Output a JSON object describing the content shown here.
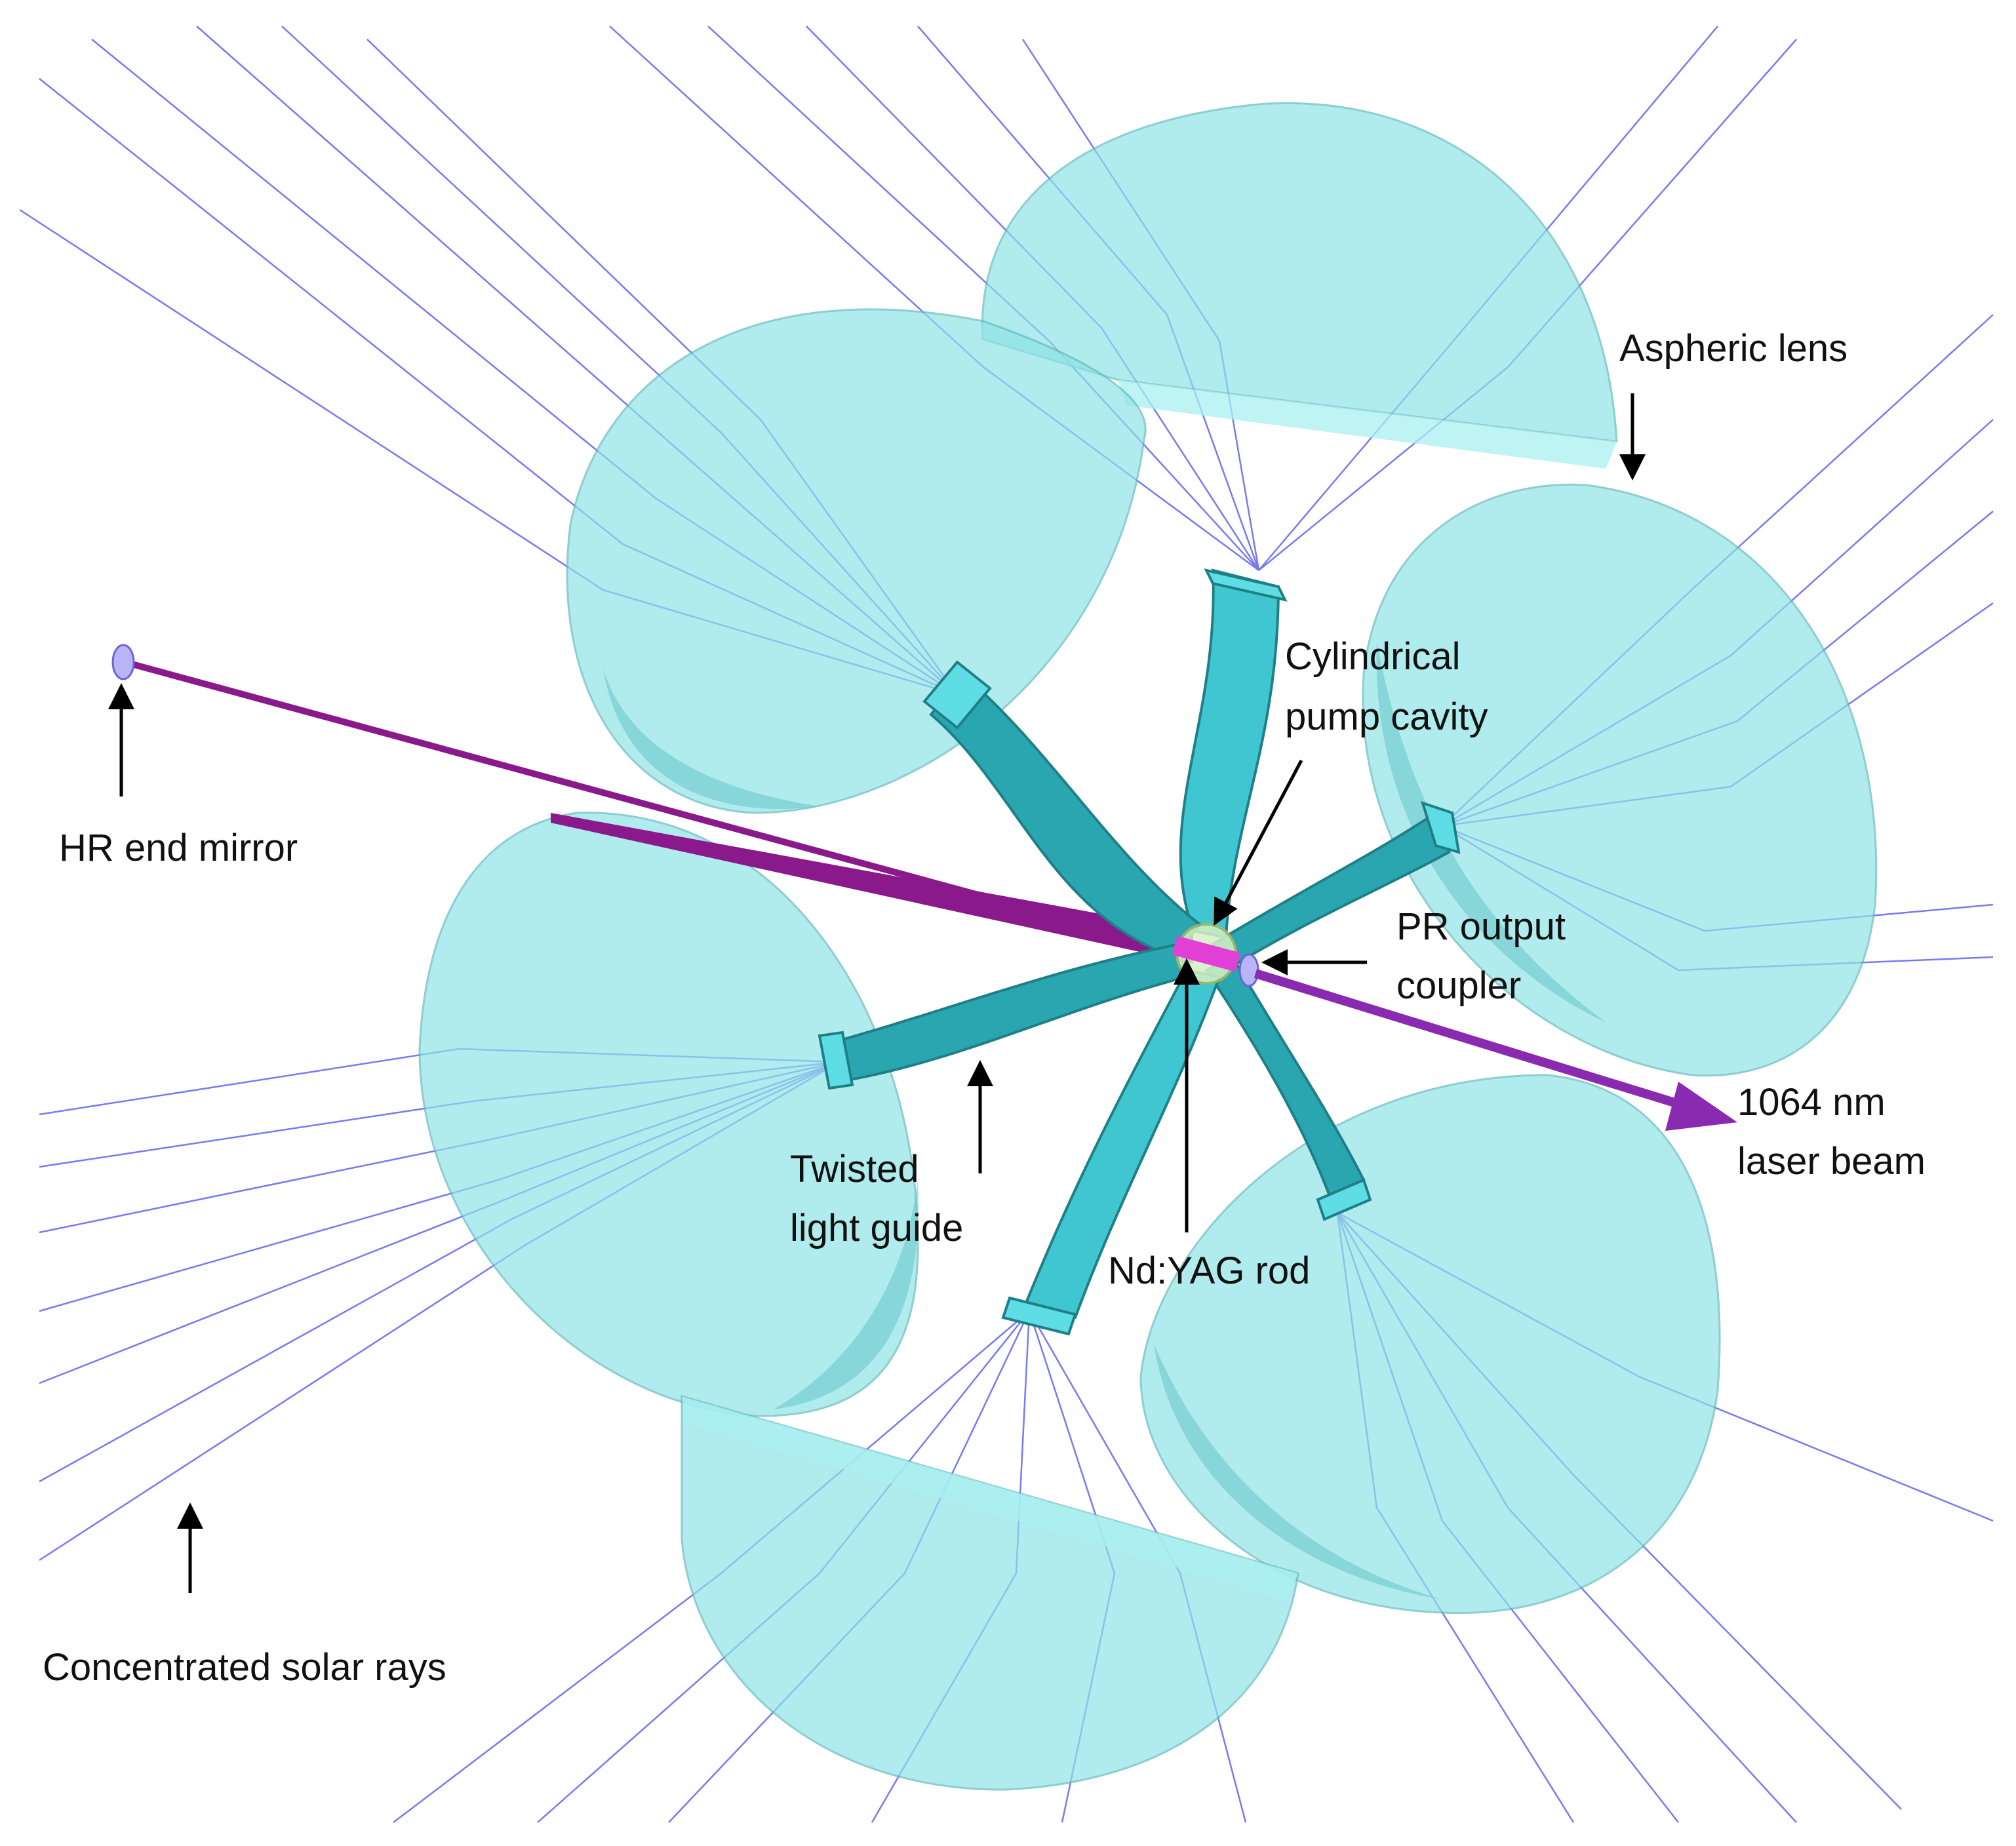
{
  "labels": {
    "aspheric_lens": "Aspheric lens",
    "cylindrical_pump_cavity_line1": "Cylindrical",
    "cylindrical_pump_cavity_line2": "pump cavity",
    "hr_end_mirror": "HR end mirror",
    "pr_output_coupler_line1": "PR output",
    "pr_output_coupler_line2": "coupler",
    "laser_beam_line1": "1064 nm",
    "laser_beam_line2": "laser beam",
    "twisted_light_guide_line1": "Twisted",
    "twisted_light_guide_line2": "light guide",
    "nd_yag_rod": "Nd:YAG rod",
    "concentrated_solar_rays": "Concentrated solar rays"
  },
  "colors": {
    "lens_fill": "#8fe3e6",
    "lens_edge": "#5fb8bd",
    "light_guide": "#40c6d0",
    "light_guide_dark": "#1f7f87",
    "solar_ray": "#4a4ef0",
    "beam": "#8a1a8c",
    "beam_output": "#8a2ab0",
    "mirror": "#b9b4f5",
    "rod": "#e23fd6",
    "arrow": "#000000"
  },
  "lens_count": 6,
  "light_guide_count": 6
}
